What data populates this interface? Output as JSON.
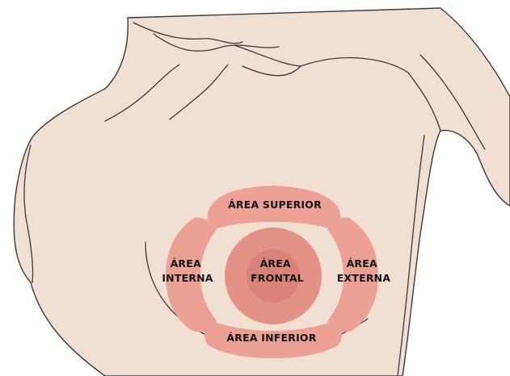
{
  "colors": {
    "skin": "#f1dfd2",
    "outline": "#3a3a3a",
    "zone": "#eba295",
    "areola": "#e29386",
    "nipple": "#d9837a",
    "label": "#141414"
  },
  "zones": {
    "superior": {
      "label": "ÁREA SUPERIOR"
    },
    "interna": {
      "line1": "ÁREA",
      "line2": "INTERNA"
    },
    "frontal": {
      "line1": "ÁREA",
      "line2": "FRONTAL"
    },
    "externa": {
      "line1": "ÁREA",
      "line2": "EXTERNA"
    },
    "inferior": {
      "label": "ÁREA INFERIOR"
    }
  }
}
